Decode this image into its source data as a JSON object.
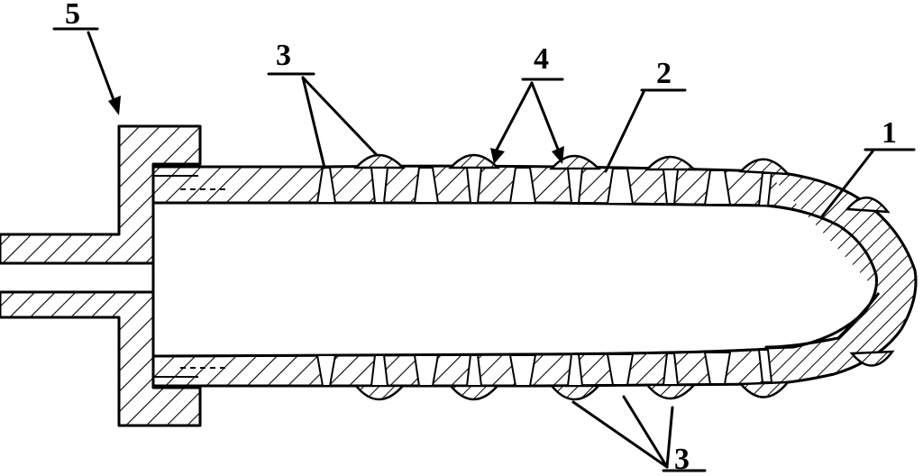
{
  "labels": {
    "l1": "1",
    "l2": "2",
    "l3_top": "3",
    "l3_bottom": "3",
    "l4": "4",
    "l5": "5"
  }
}
